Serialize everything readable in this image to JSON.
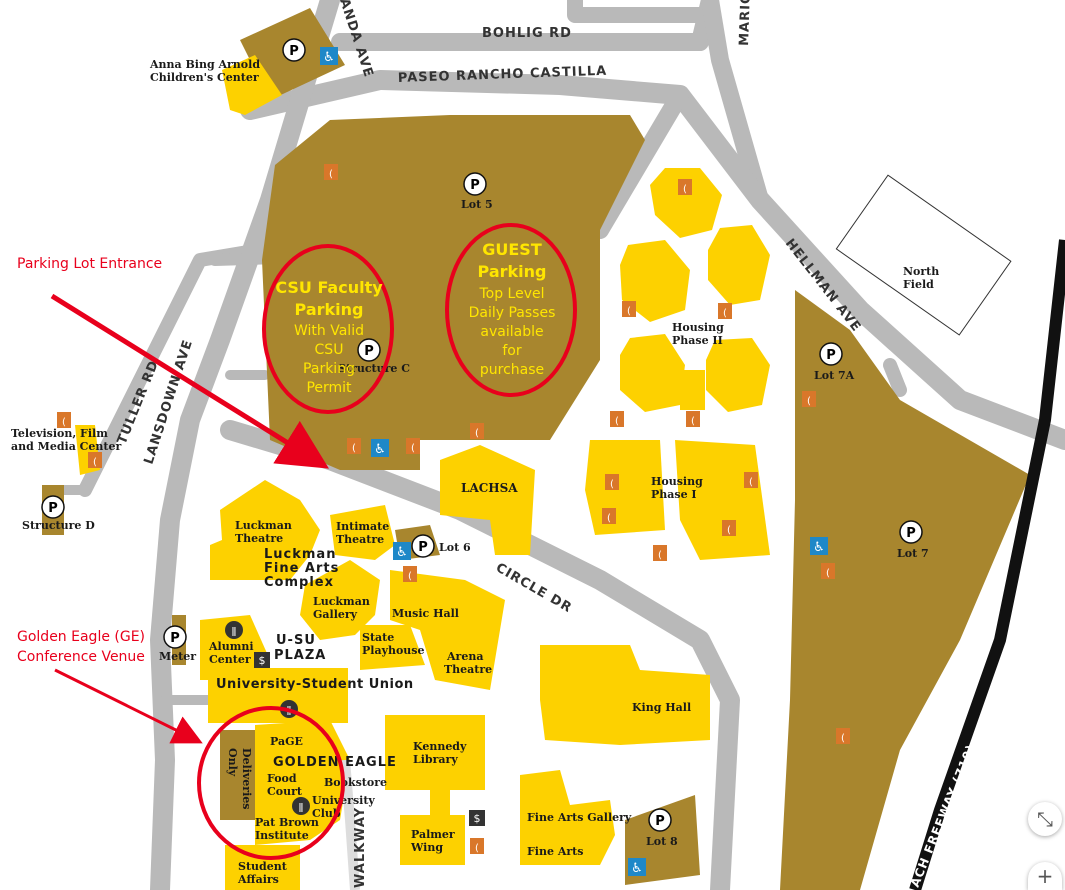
{
  "colors": {
    "road": "#b9b9b9",
    "parking": "#a8862e",
    "building": "#fdd100",
    "callout": "#e8001c",
    "freeway": "#111111"
  },
  "roads": {
    "bohlig": "BOHLIG RD",
    "paseo": "PASEO RANCHO CASTILLA",
    "hellman": "HELLMAN AVE",
    "circle": "CIRCLE DR",
    "tuller": "TULLER RD",
    "lansdown": "LANSDOWN AVE",
    "marion": "MARIO",
    "anda": "ANDA AVE",
    "walkway": "WALKWAY",
    "freeway": "ACH FREEWAY (710)"
  },
  "parking": {
    "marker_label": "P",
    "lot5": "Lot 5",
    "structure_c": "Structure C",
    "lot7a": "Lot 7A",
    "lot7": "Lot 7",
    "lot6": "Lot 6",
    "lot8": "Lot 8",
    "structure_d": "Structure D",
    "meter": "Meter"
  },
  "buildings": {
    "anna_bing_1": "Anna Bing Arnold",
    "anna_bing_2": "Children's Center",
    "housing2_1": "Housing",
    "housing2_2": "Phase II",
    "housing1_1": "Housing",
    "housing1_2": "Phase I",
    "north_field_1": "North",
    "north_field_2": "Field",
    "tv_1": "Television, Film",
    "tv_2": "and Media Center",
    "lachsa": "LACHSA",
    "luckman_theatre_1": "Luckman",
    "luckman_theatre_2": "Theatre",
    "intimate_1": "Intimate",
    "intimate_2": "Theatre",
    "lfac_1": "Luckman",
    "lfac_2": "Fine Arts",
    "lfac_3": "Complex",
    "gallery_1": "Luckman",
    "gallery_2": "Gallery",
    "music_hall": "Music Hall",
    "state_1": "State",
    "state_2": "Playhouse",
    "arena_1": "Arena",
    "arena_2": "Theatre",
    "alumni_1": "Alumni",
    "alumni_2": "Center",
    "usu_plaza_1": "U-SU",
    "usu_plaza_2": "PLAZA",
    "usu": "University-Student Union",
    "page": "PaGE",
    "golden_eagle": "GOLDEN EAGLE",
    "deliveries_1": "Deliveries",
    "deliveries_2": "Only",
    "food_1": "Food",
    "food_2": "Court",
    "bookstore": "Bookstore",
    "uclub_1": "University",
    "uclub_2": "Club",
    "pat_brown_1": "Pat Brown",
    "pat_brown_2": "Institute",
    "student_1": "Student",
    "student_2": "Affairs",
    "kennedy_1": "Kennedy",
    "kennedy_2": "Library",
    "palmer_1": "Palmer",
    "palmer_2": "Wing",
    "king_hall": "King Hall",
    "fine_arts_gallery": "Fine Arts Gallery",
    "fine_arts": "Fine Arts"
  },
  "annotations": {
    "entrance": "Parking Lot Entrance",
    "ge_1": "Golden Eagle (GE)",
    "ge_2": "Conference Venue",
    "faculty": [
      "CSU Faculty",
      "Parking",
      "With Valid",
      "CSU",
      "Parking",
      "Permit"
    ],
    "guest": [
      "GUEST",
      "Parking",
      "Top Level",
      "Daily Passes",
      "available",
      "for",
      "purchase"
    ]
  },
  "controls": {
    "fullscreen_icon": "exit-fullscreen-icon",
    "zoom_in_icon": "plus-icon",
    "fullscreen_glyph": "⤡",
    "zoom_glyph": "+"
  }
}
